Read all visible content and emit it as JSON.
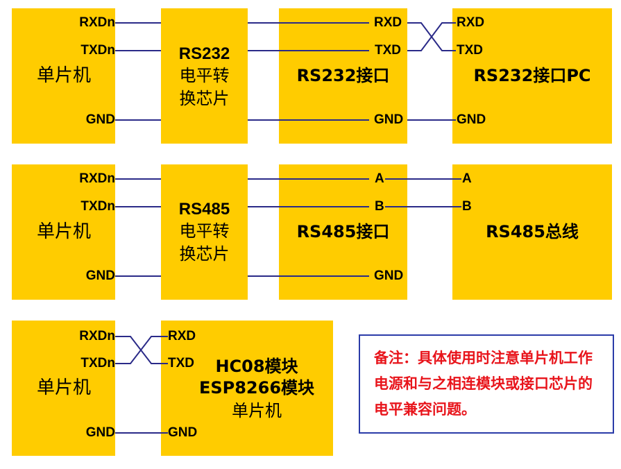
{
  "colors": {
    "box": "#FFCC00",
    "wire": "#2A2A88",
    "note_border": "#2A3BA8",
    "note_text": "#E8141B"
  },
  "row1": {
    "mcu": {
      "title": "单片机",
      "rxd": "RXDn",
      "txd": "TXDn",
      "gnd": "GND"
    },
    "chip": {
      "line1": "RS232",
      "line2": "电平转",
      "line3": "换芯片"
    },
    "iface": {
      "title": "RS232接口",
      "pin1": "RXD",
      "pin2": "TXD",
      "gnd": "GND"
    },
    "pc": {
      "title": "RS232接口PC",
      "pin1": "RXD",
      "pin2": "TXD",
      "gnd": "GND"
    }
  },
  "row2": {
    "mcu": {
      "title": "单片机",
      "rxd": "RXDn",
      "txd": "TXDn",
      "gnd": "GND"
    },
    "chip": {
      "line1": "RS485",
      "line2": "电平转",
      "line3": "换芯片"
    },
    "iface": {
      "title": "RS485接口",
      "pin1": "A",
      "pin2": "B",
      "gnd": "GND"
    },
    "bus": {
      "title": "RS485总线",
      "pin1": "A",
      "pin2": "B"
    }
  },
  "row3": {
    "mcu": {
      "title": "单片机",
      "rxd": "RXDn",
      "txd": "TXDn",
      "gnd": "GND"
    },
    "module": {
      "line1": "HC08模块",
      "line2": "ESP8266模块",
      "line3": "单片机",
      "rxd": "RXD",
      "txd": "TXD",
      "gnd": "GND"
    }
  },
  "note": {
    "text": "备注：具体使用时注意单片机工作电源和与之相连模块或接口芯片的电平兼容问题。"
  }
}
